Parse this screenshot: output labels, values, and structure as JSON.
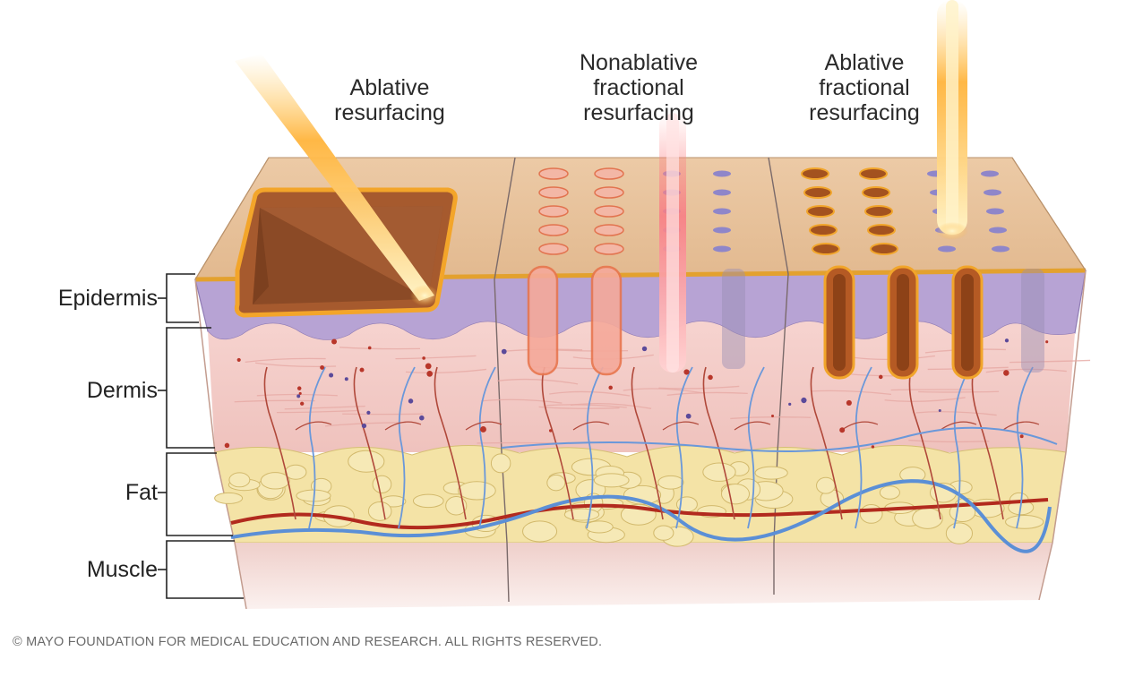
{
  "columns": [
    {
      "title": "Ablative\nresurfacing"
    },
    {
      "title": "Nonablative\nfractional\nresurfacing"
    },
    {
      "title": "Ablative\nfractional\nresurfacing"
    }
  ],
  "layers": [
    {
      "label": "Epidermis"
    },
    {
      "label": "Dermis"
    },
    {
      "label": "Fat"
    },
    {
      "label": "Muscle"
    }
  ],
  "copyright": "© MAYO FOUNDATION FOR MEDICAL EDUCATION AND RESEARCH. ALL RIGHTS RESERVED.",
  "colors": {
    "skin_top": "#e9c7a0",
    "epidermis": "#b9a5d6",
    "dermis": "#f2c9c6",
    "fat": "#f3e4a8",
    "muscle": "#f1d6d2",
    "artery": "#b22a1e",
    "vein": "#5b8fd6",
    "laser": "#ffb23a"
  }
}
